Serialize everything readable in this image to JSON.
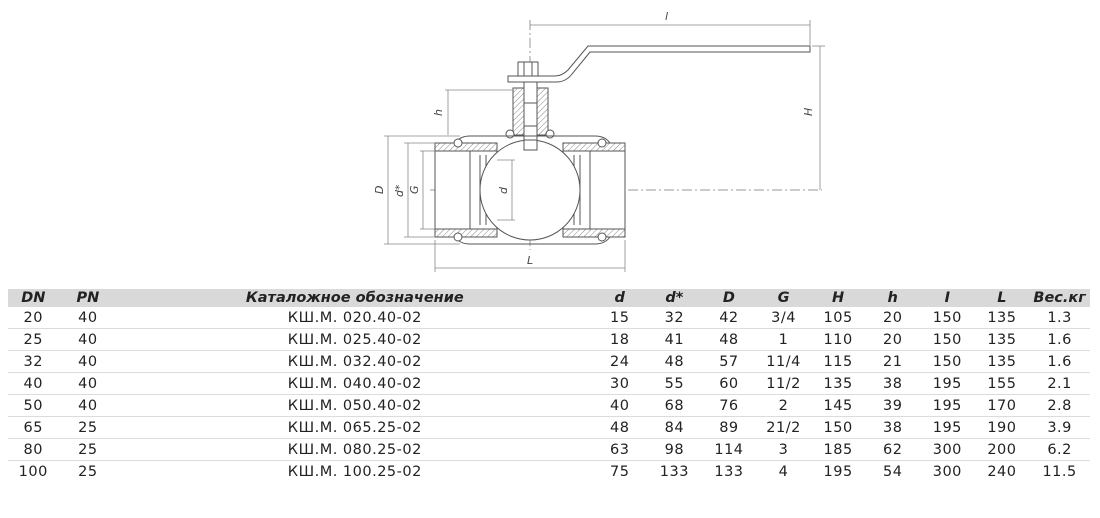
{
  "drawing": {
    "labels": {
      "l_top": "l",
      "H": "H",
      "h": "h",
      "D": "D",
      "d_star": "d*",
      "G": "G",
      "d": "d",
      "L": "L"
    }
  },
  "table": {
    "headers": [
      "DN",
      "PN",
      "Каталожное обозначение",
      "d",
      "d*",
      "D",
      "G",
      "H",
      "h",
      "I",
      "L",
      "Вес.кг"
    ],
    "rows": [
      [
        "20",
        "40",
        "КШ.М. 020.40-02",
        "15",
        "32",
        "42",
        "3/4",
        "105",
        "20",
        "150",
        "135",
        "1.3"
      ],
      [
        "25",
        "40",
        "КШ.М. 025.40-02",
        "18",
        "41",
        "48",
        "1",
        "110",
        "20",
        "150",
        "135",
        "1.6"
      ],
      [
        "32",
        "40",
        "КШ.М. 032.40-02",
        "24",
        "48",
        "57",
        "11/4",
        "115",
        "21",
        "150",
        "135",
        "1.6"
      ],
      [
        "40",
        "40",
        "КШ.М. 040.40-02",
        "30",
        "55",
        "60",
        "11/2",
        "135",
        "38",
        "195",
        "155",
        "2.1"
      ],
      [
        "50",
        "40",
        "КШ.М. 050.40-02",
        "40",
        "68",
        "76",
        "2",
        "145",
        "39",
        "195",
        "170",
        "2.8"
      ],
      [
        "65",
        "25",
        "КШ.М. 065.25-02",
        "48",
        "84",
        "89",
        "21/2",
        "150",
        "38",
        "195",
        "190",
        "3.9"
      ],
      [
        "80",
        "25",
        "КШ.М. 080.25-02",
        "63",
        "98",
        "114",
        "3",
        "185",
        "62",
        "300",
        "200",
        "6.2"
      ],
      [
        "100",
        "25",
        "КШ.М. 100.25-02",
        "75",
        "133",
        "133",
        "4",
        "195",
        "54",
        "300",
        "240",
        "11.5"
      ]
    ]
  }
}
